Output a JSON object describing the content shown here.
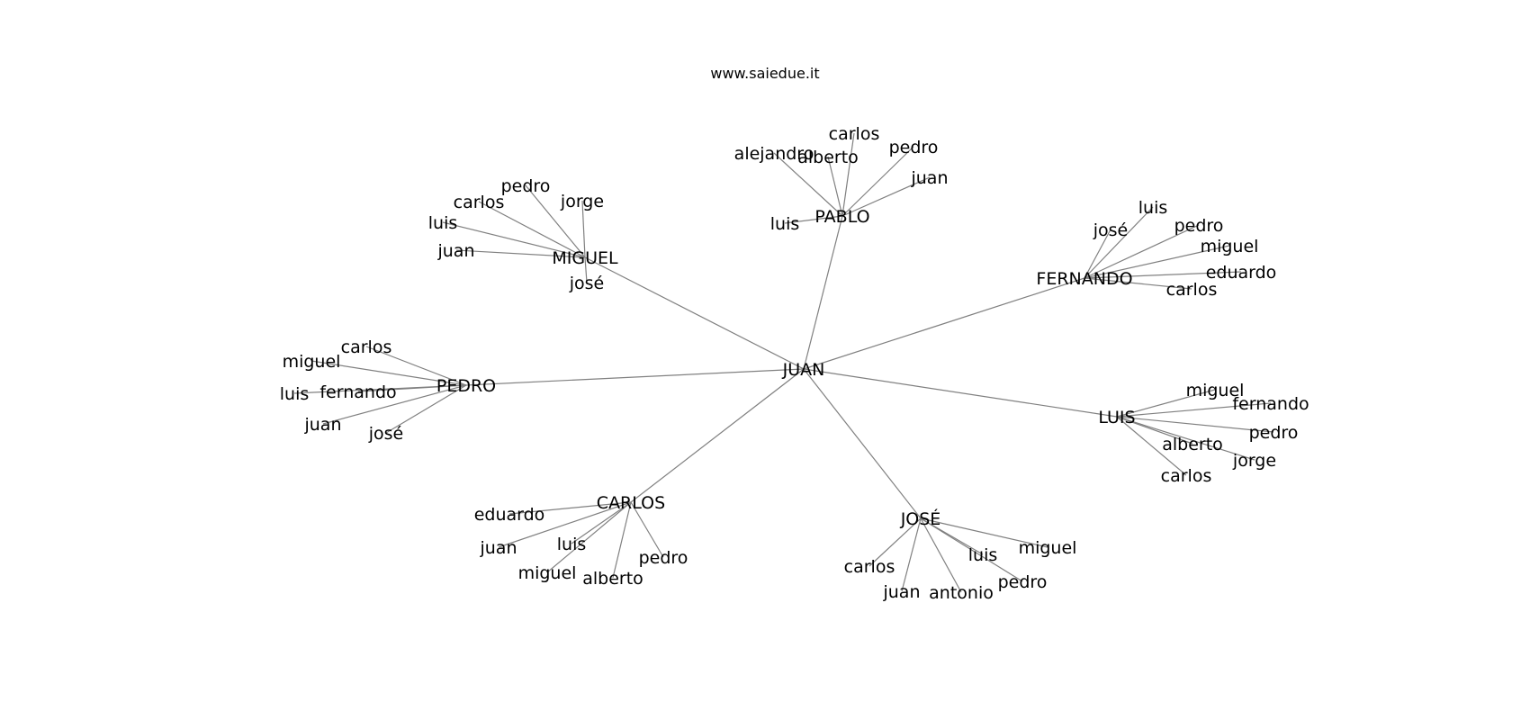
{
  "header": {
    "site": "www.saiedue.it"
  },
  "graph": {
    "center": "JUAN",
    "hubs": [
      {
        "name": "PABLO",
        "leaves": [
          "alejandro",
          "carlos",
          "alberto",
          "pedro",
          "juan",
          "luis"
        ]
      },
      {
        "name": "MIGUEL",
        "leaves": [
          "pedro",
          "jorge",
          "carlos",
          "luis",
          "juan",
          "josé"
        ]
      },
      {
        "name": "FERNANDO",
        "leaves": [
          "luis",
          "josé",
          "pedro",
          "miguel",
          "eduardo",
          "carlos"
        ]
      },
      {
        "name": "PEDRO",
        "leaves": [
          "carlos",
          "miguel",
          "fernando",
          "luis",
          "juan",
          "josé"
        ]
      },
      {
        "name": "LUIS",
        "leaves": [
          "miguel",
          "fernando",
          "pedro",
          "alberto",
          "jorge",
          "carlos"
        ]
      },
      {
        "name": "CARLOS",
        "leaves": [
          "eduardo",
          "juan",
          "luis",
          "pedro",
          "miguel",
          "alberto"
        ]
      },
      {
        "name": "JOSÉ",
        "leaves": [
          "miguel",
          "luis",
          "carlos",
          "pedro",
          "juan",
          "antonio"
        ]
      }
    ]
  }
}
